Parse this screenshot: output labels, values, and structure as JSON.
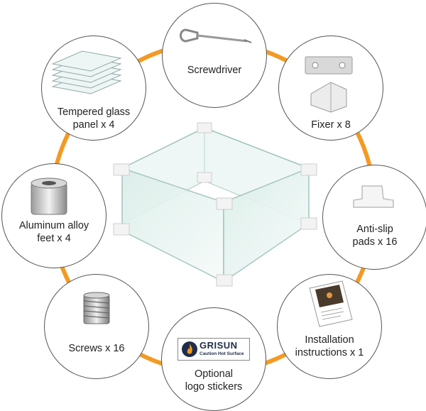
{
  "items": {
    "screwdriver": {
      "label": "Screwdriver"
    },
    "fixer": {
      "label": "Fixer x 8"
    },
    "glass_panel": {
      "label_line1": "Tempered glass",
      "label_line2": "panel x 4"
    },
    "feet": {
      "label_line1": "Aluminum alloy",
      "label_line2": "feet x 4"
    },
    "anti_slip": {
      "label_line1": "Anti-slip",
      "label_line2": "pads x 16"
    },
    "screws": {
      "label": "Screws x 16"
    },
    "instructions": {
      "label_line1": "Installation",
      "label_line2": "instructions x 1"
    },
    "logo_stickers": {
      "label_line1": "Optional",
      "label_line2": "logo stickers",
      "sticker_brand": "GRISUN",
      "sticker_caution": "Caution Hot Surface"
    }
  },
  "colors": {
    "ring": "#f39a24",
    "circle_border": "#555555",
    "text": "#222222"
  },
  "icons": [
    "glass-panels-icon",
    "screwdriver-icon",
    "fixer-icon",
    "aluminum-foot-icon",
    "anti-slip-pad-icon",
    "screw-icon",
    "manual-icon",
    "flame-logo-icon",
    "glass-wind-guard-icon"
  ]
}
